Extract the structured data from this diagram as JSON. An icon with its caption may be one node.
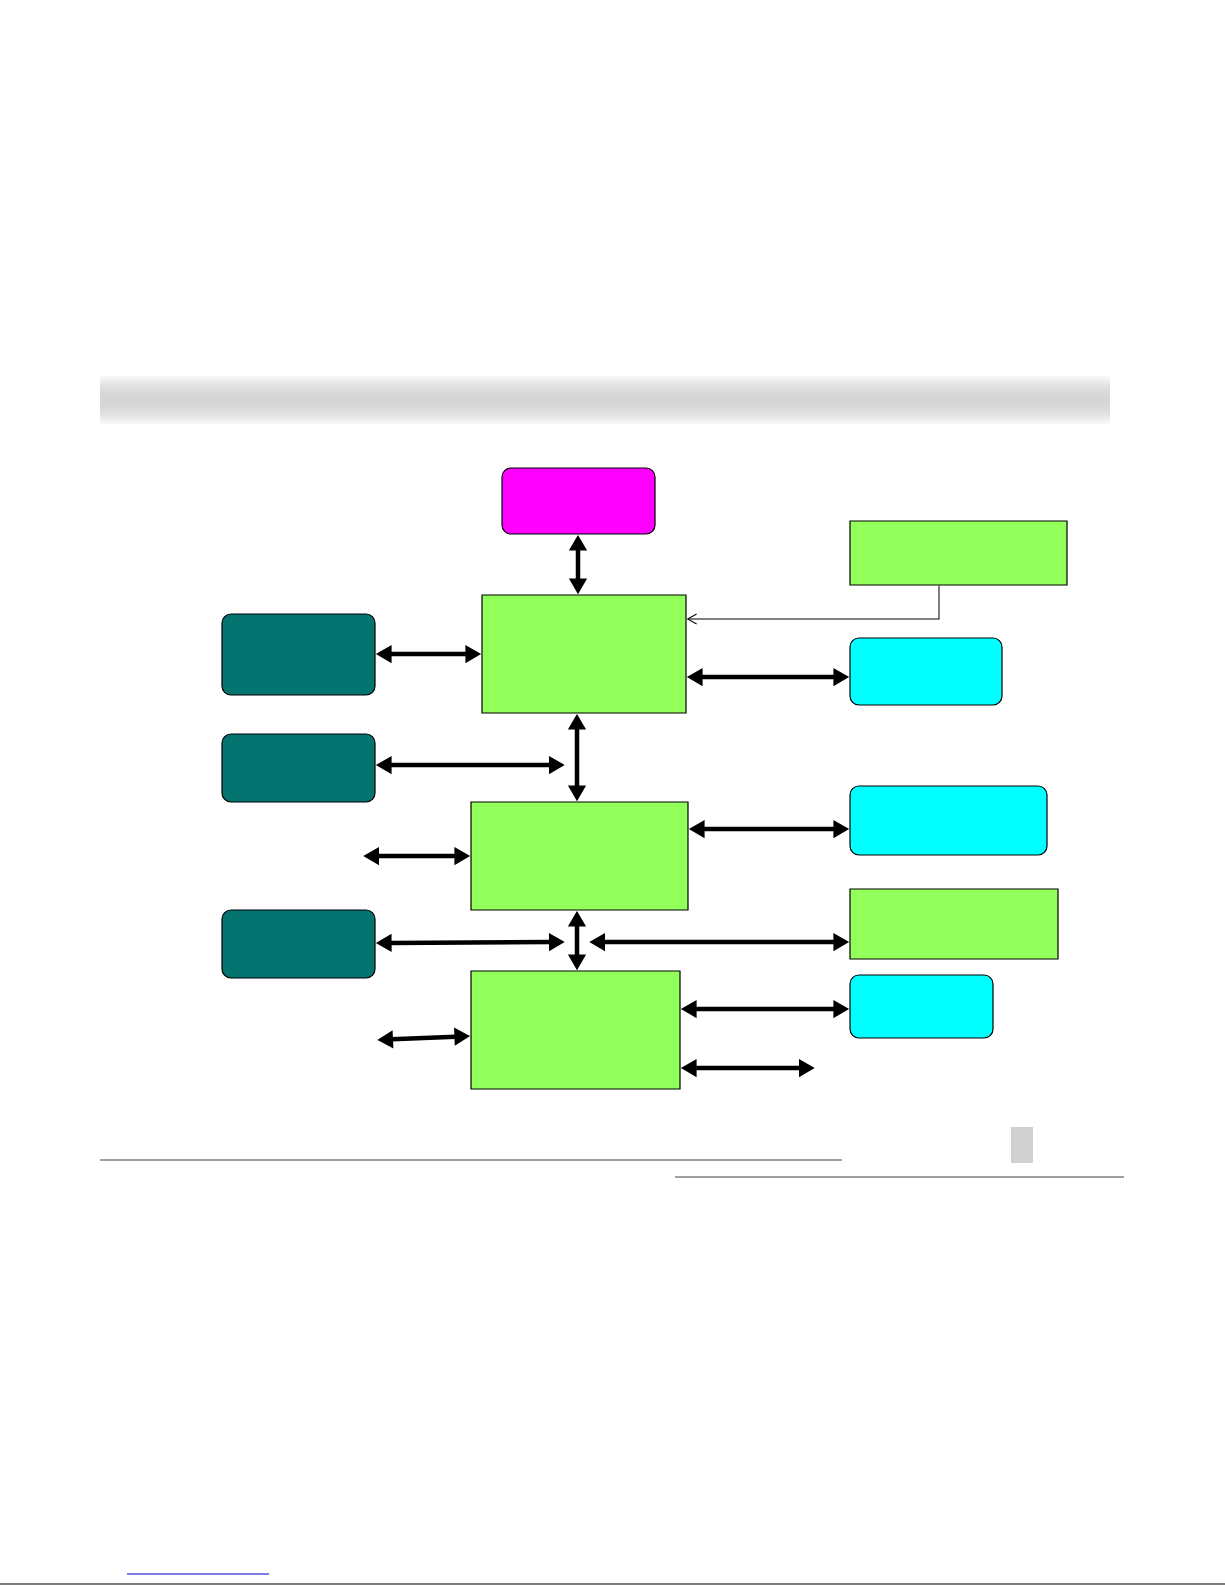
{
  "diagram": {
    "nodes": [
      {
        "text": [],
        "shape": "box"
      },
      {
        "text": [],
        "shape": "box"
      },
      {
        "text": [],
        "shape": "box"
      },
      {
        "text": [],
        "shape": "box"
      },
      {
        "text": [],
        "shape": "box"
      },
      {
        "text": [],
        "shape": "box"
      },
      {
        "text": [],
        "shape": "box"
      },
      {
        "text": [],
        "shape": "box"
      },
      {
        "text": [],
        "shape": "box"
      },
      {
        "text": [],
        "shape": "box"
      },
      {
        "text": [],
        "shape": "box"
      },
      {
        "text": [],
        "shape": "box"
      }
    ],
    "edges": [
      {
        "from": 0,
        "to": 3,
        "arrow": "both"
      },
      {
        "from": 1,
        "to": 3,
        "arrow": "to"
      },
      {
        "from": 2,
        "to": 3,
        "arrow": "both"
      },
      {
        "from": 3,
        "to": 4,
        "arrow": "both"
      },
      {
        "from": 3,
        "to": 6,
        "arrow": "both"
      },
      {
        "from": 5,
        "to": null,
        "arrow": "both"
      },
      {
        "from": 6,
        "to": 7,
        "arrow": "both"
      },
      {
        "from": null,
        "to": 6,
        "arrow": "both"
      },
      {
        "from": 6,
        "to": 10,
        "arrow": "both"
      },
      {
        "from": 8,
        "to": null,
        "arrow": "both"
      },
      {
        "from": null,
        "to": 9,
        "arrow": "both"
      },
      {
        "from": 10,
        "to": 11,
        "arrow": "both"
      },
      {
        "from": null,
        "to": 10,
        "arrow": "both"
      },
      {
        "from": 10,
        "to": null,
        "arrow": "both"
      }
    ]
  }
}
